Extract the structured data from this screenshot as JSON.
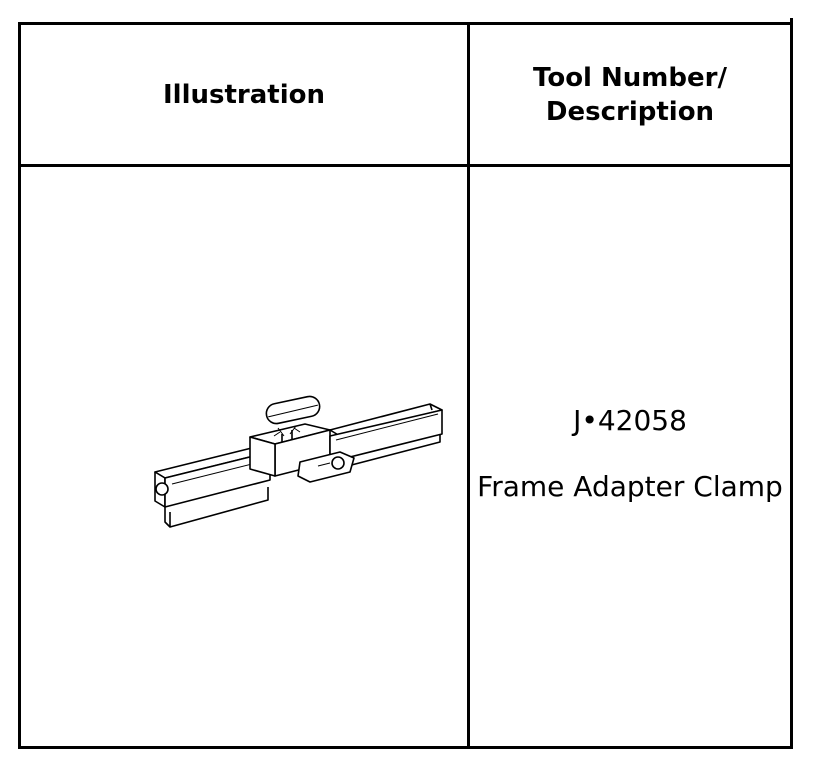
{
  "table": {
    "headers": {
      "illustration": "Illustration",
      "tool_number_line1": "Tool Number/",
      "tool_number_line2": "Description"
    },
    "rows": [
      {
        "illustration_icon": "frame-adapter-clamp-drawing",
        "tool_number": "J•42058",
        "description": "Frame Adapter Clamp"
      }
    ]
  }
}
